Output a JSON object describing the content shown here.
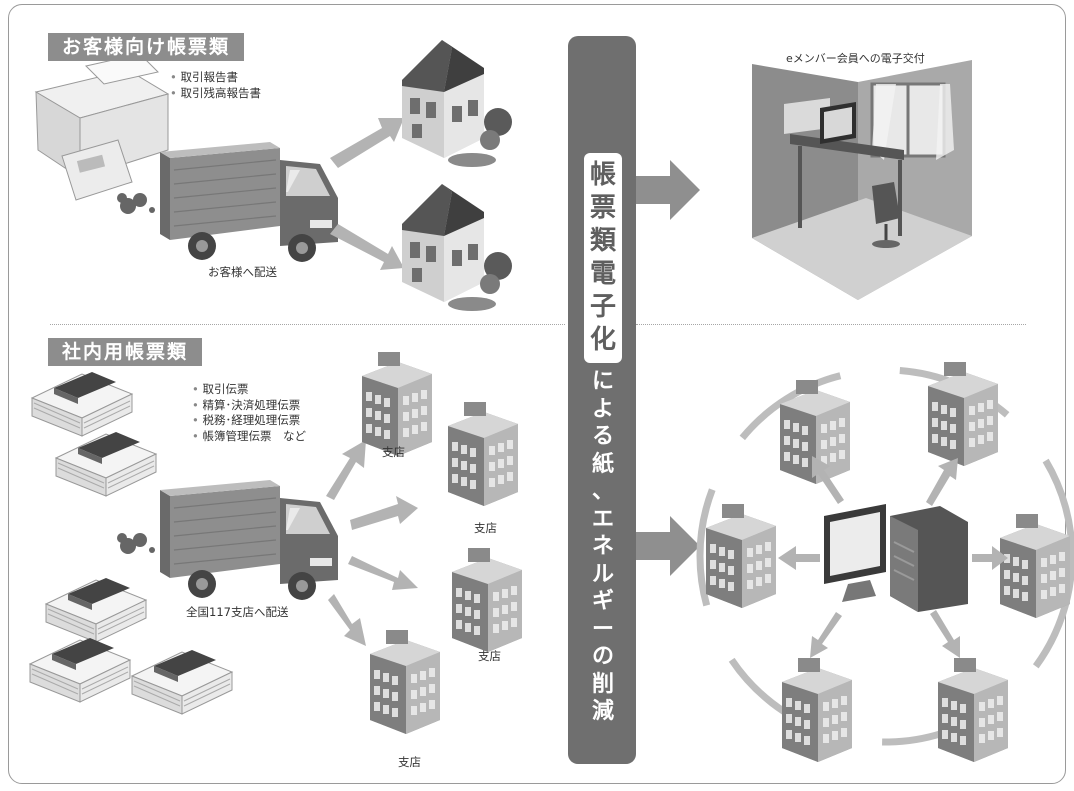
{
  "customer_section": {
    "header": "お客様向け帳票類",
    "items": [
      "取引報告書",
      "取引残高報告書"
    ],
    "delivery_caption": "お客様へ配送"
  },
  "internal_section": {
    "header": "社内用帳票類",
    "items": [
      "取引伝票",
      "精算･決済処理伝票",
      "税務･経理処理伝票",
      "帳簿管理伝票　など"
    ],
    "delivery_caption": "全国117支店へ配送",
    "branch_label": "支店"
  },
  "center_band": {
    "boxed_chars": [
      "帳",
      "票",
      "類",
      "電",
      "子",
      "化"
    ],
    "plain_chars": [
      "に",
      "よ",
      "る",
      "紙",
      "、",
      "エ",
      "ネ",
      "ル",
      "ギ",
      "ー",
      "の",
      "削",
      "減"
    ]
  },
  "emember": {
    "caption": "eメンバー会員への電子交付"
  },
  "colors": {
    "band": "#6f6f6f",
    "arrow": "#8f8f8f",
    "light_arrow": "#b3b3b3",
    "header": "#8d8d8d"
  }
}
